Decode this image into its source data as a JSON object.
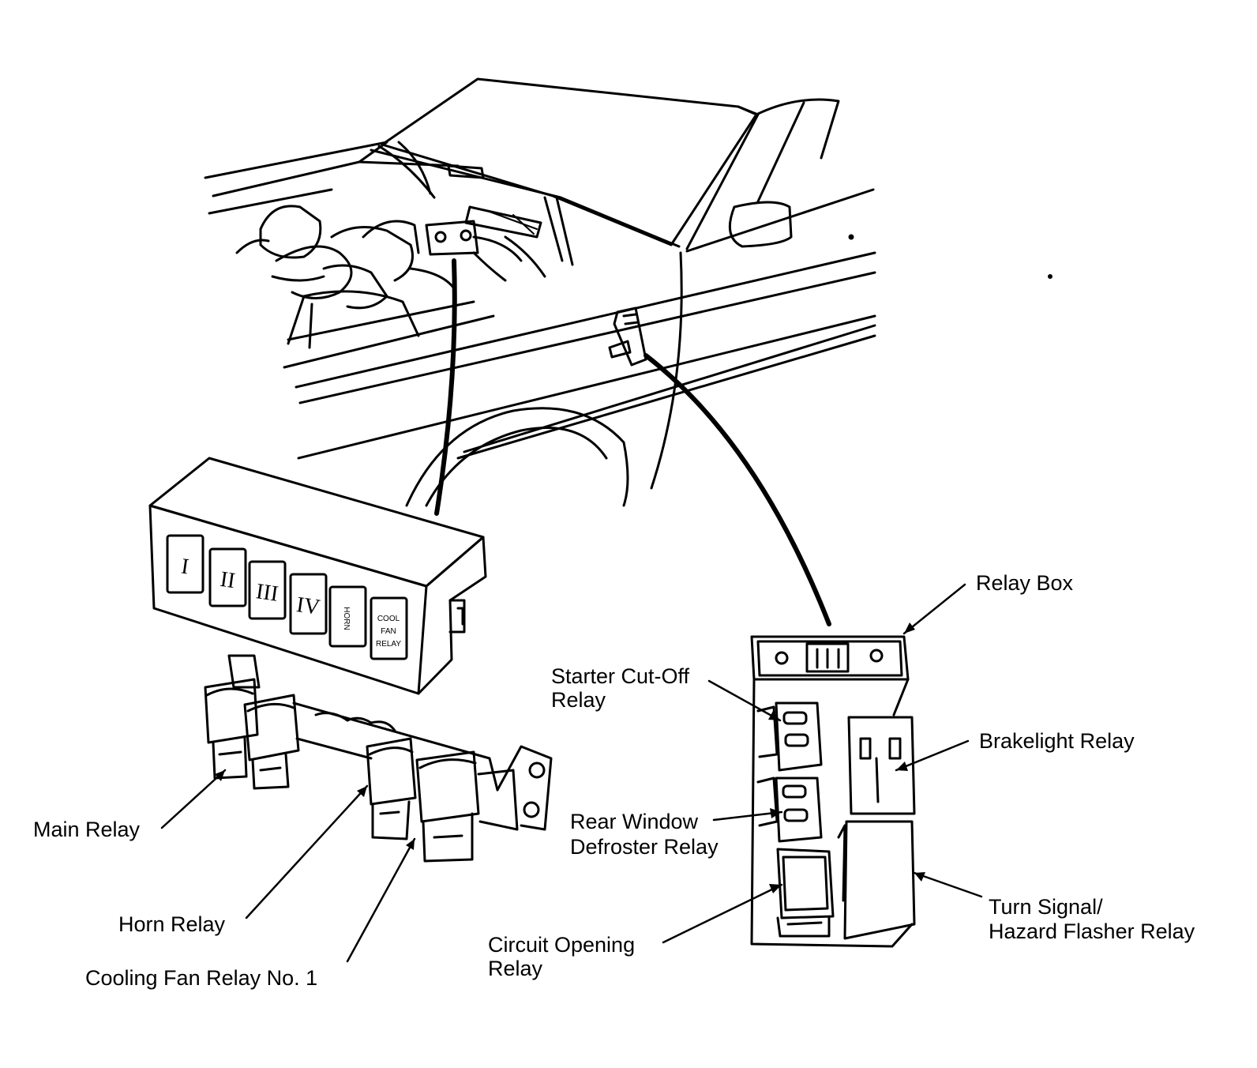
{
  "labels": {
    "relay_box": "Relay Box",
    "starter_cutoff": [
      "Starter Cut-Off",
      "Relay"
    ],
    "brakelight": "Brakelight Relay",
    "rear_window": [
      "Rear Window",
      "Defroster Relay"
    ],
    "turn_signal": [
      "Turn Signal/",
      "Hazard Flasher Relay"
    ],
    "circuit_opening": [
      "Circuit Opening",
      "Relay"
    ],
    "main_relay": "Main Relay",
    "horn_relay": "Horn Relay",
    "cooling_fan": "Cooling Fan Relay No. 1"
  },
  "relay_cover": {
    "slots": [
      "I",
      "II",
      "III",
      "IV",
      "HORN"
    ],
    "cool_fan_relay": [
      "COOL",
      "FAN",
      "RELAY"
    ]
  },
  "colors": {
    "ink": "#000000",
    "paper": "#ffffff"
  }
}
